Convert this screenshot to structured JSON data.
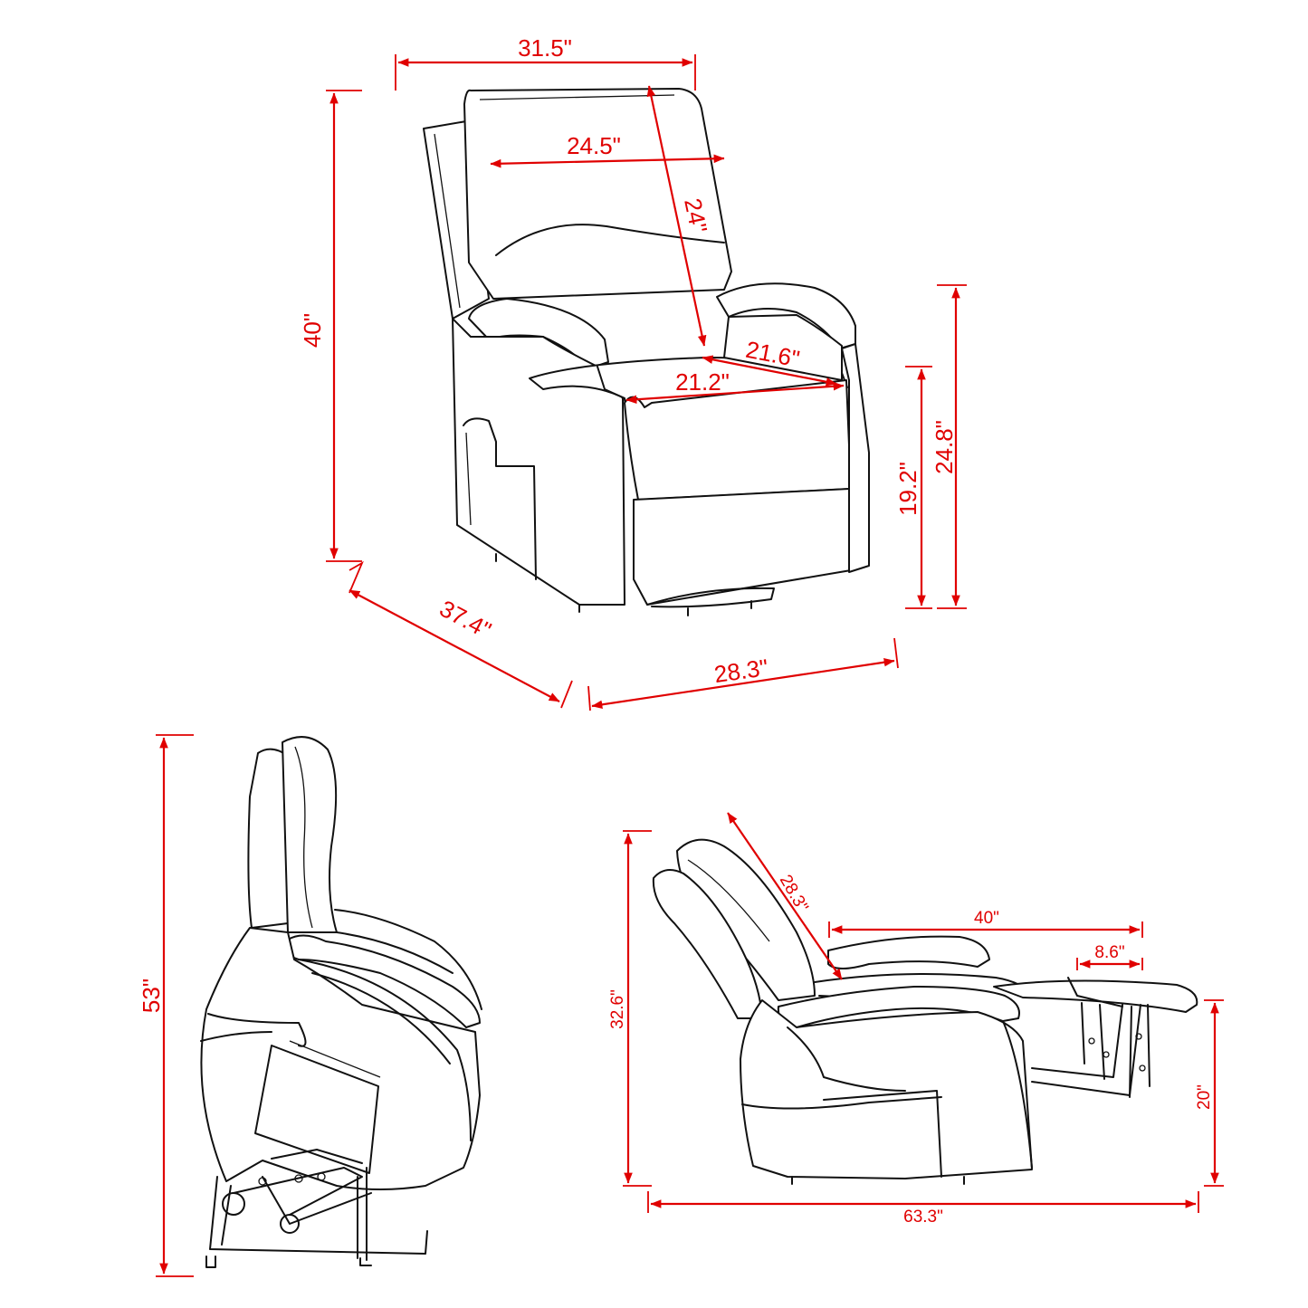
{
  "colors": {
    "dimension": "#e00000",
    "outline": "#111111",
    "background": "#ffffff"
  },
  "front_view": {
    "overall_width": "31.5\"",
    "backrest_width": "24.5\"",
    "backrest_height": "24\"",
    "overall_height": "40\"",
    "seat_depth": "21.6\"",
    "seat_width": "21.2\"",
    "seat_height": "19.2\"",
    "arm_height": "24.8\"",
    "depth": "37.4\"",
    "base_width": "28.3\""
  },
  "lift_view": {
    "lifted_height": "53\""
  },
  "recline_view": {
    "back_length": "28.3\"",
    "footrest_span": "40\"",
    "footrest_depth": "8.6\"",
    "reclined_height": "32.6\"",
    "footrest_height": "20\"",
    "reclined_length": "63.3\""
  }
}
